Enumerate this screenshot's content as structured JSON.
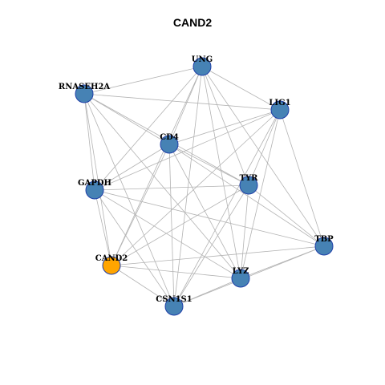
{
  "title": "CAND2",
  "colors": {
    "default_node": "#4682b4",
    "highlight_node": "#ffa500",
    "edge": "#b3b3b3",
    "node_border": "#1f3fa8"
  },
  "nodes": [
    {
      "id": "UNG",
      "label": "UNG",
      "highlight": false
    },
    {
      "id": "RNASEH2A",
      "label": "RNASEH2A",
      "highlight": false
    },
    {
      "id": "LIG1",
      "label": "LIG1",
      "highlight": false
    },
    {
      "id": "CD4",
      "label": "CD4",
      "highlight": false
    },
    {
      "id": "GAPDH",
      "label": "GAPDH",
      "highlight": false
    },
    {
      "id": "TYR",
      "label": "TYR",
      "highlight": false
    },
    {
      "id": "TBP",
      "label": "TBP",
      "highlight": false
    },
    {
      "id": "CAND2",
      "label": "CAND2",
      "highlight": true
    },
    {
      "id": "LYZ",
      "label": "LYZ",
      "highlight": false
    },
    {
      "id": "CSN1S1",
      "label": "CSN1S1",
      "highlight": false
    }
  ],
  "edges": [
    [
      "UNG",
      "RNASEH2A"
    ],
    [
      "UNG",
      "LIG1"
    ],
    [
      "UNG",
      "CD4"
    ],
    [
      "UNG",
      "GAPDH"
    ],
    [
      "UNG",
      "TYR"
    ],
    [
      "UNG",
      "TBP"
    ],
    [
      "UNG",
      "CAND2"
    ],
    [
      "UNG",
      "LYZ"
    ],
    [
      "UNG",
      "CSN1S1"
    ],
    [
      "RNASEH2A",
      "LIG1"
    ],
    [
      "RNASEH2A",
      "CD4"
    ],
    [
      "RNASEH2A",
      "TYR"
    ],
    [
      "RNASEH2A",
      "CAND2"
    ],
    [
      "RNASEH2A",
      "LYZ"
    ],
    [
      "RNASEH2A",
      "CSN1S1"
    ],
    [
      "RNASEH2A",
      "GAPDH"
    ],
    [
      "LIG1",
      "CD4"
    ],
    [
      "LIG1",
      "GAPDH"
    ],
    [
      "LIG1",
      "TYR"
    ],
    [
      "LIG1",
      "TBP"
    ],
    [
      "LIG1",
      "LYZ"
    ],
    [
      "LIG1",
      "CSN1S1"
    ],
    [
      "LIG1",
      "CAND2"
    ],
    [
      "CD4",
      "GAPDH"
    ],
    [
      "CD4",
      "TYR"
    ],
    [
      "CD4",
      "TBP"
    ],
    [
      "CD4",
      "CAND2"
    ],
    [
      "CD4",
      "CSN1S1"
    ],
    [
      "CD4",
      "LYZ"
    ],
    [
      "GAPDH",
      "TYR"
    ],
    [
      "GAPDH",
      "TBP"
    ],
    [
      "GAPDH",
      "LYZ"
    ],
    [
      "GAPDH",
      "CSN1S1"
    ],
    [
      "GAPDH",
      "CAND2"
    ],
    [
      "TYR",
      "TBP"
    ],
    [
      "TYR",
      "CAND2"
    ],
    [
      "TYR",
      "LYZ"
    ],
    [
      "TYR",
      "CSN1S1"
    ],
    [
      "TBP",
      "CAND2"
    ],
    [
      "TBP",
      "LYZ"
    ],
    [
      "TBP",
      "CSN1S1"
    ],
    [
      "CAND2",
      "LYZ"
    ],
    [
      "CAND2",
      "CSN1S1"
    ],
    [
      "LYZ",
      "CSN1S1"
    ]
  ]
}
